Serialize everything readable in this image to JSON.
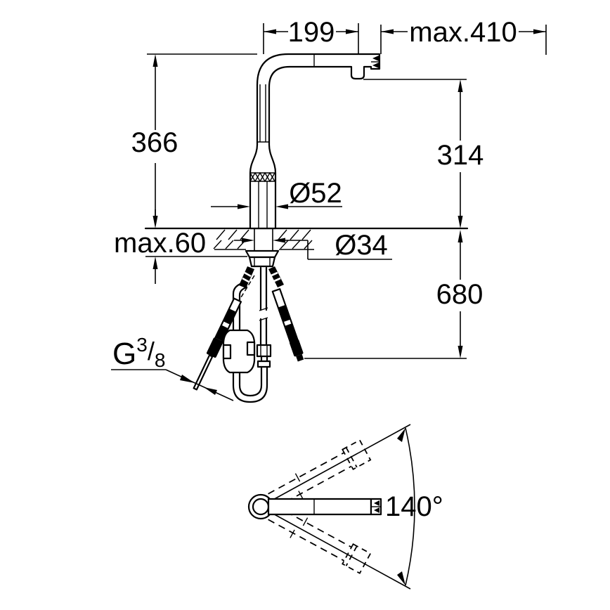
{
  "drawing": {
    "type": "technical-installation-diagram",
    "subject": "kitchen-faucet-dimensions",
    "colors": {
      "line": "#000000",
      "background": "#ffffff"
    },
    "dimension_labels": {
      "d199": "199",
      "dmax410": "max.410",
      "d366": "366",
      "d314": "314",
      "d52": "Ø52",
      "dmax60": "max.60",
      "d34": "Ø34",
      "d680": "680",
      "angle": "140°"
    },
    "thread_label": {
      "g": "G",
      "numerator": "3",
      "slash": "/",
      "denominator": "8"
    }
  }
}
